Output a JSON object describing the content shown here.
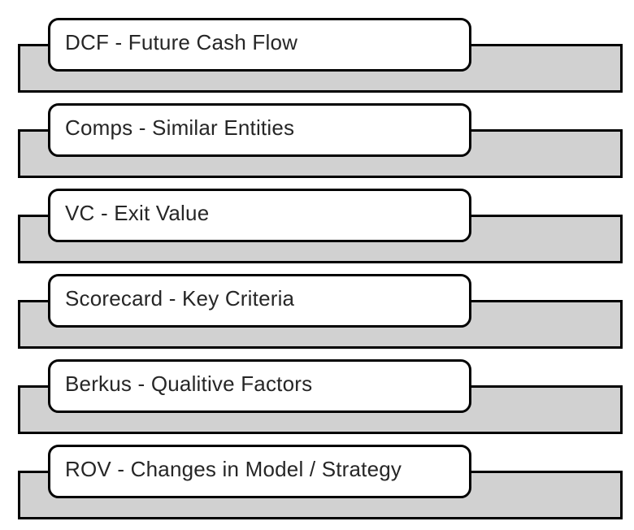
{
  "diagram": {
    "items": [
      {
        "label": "DCF - Future Cash Flow"
      },
      {
        "label": "Comps - Similar Entities"
      },
      {
        "label": "VC - Exit Value"
      },
      {
        "label": "Scorecard - Key Criteria"
      },
      {
        "label": "Berkus - Qualitive Factors"
      },
      {
        "label": "ROV - Changes in Model / Strategy"
      }
    ],
    "colors": {
      "bar_fill": "#d1d1d1",
      "box_fill": "#ffffff",
      "border": "#000000",
      "text": "#262626"
    }
  }
}
